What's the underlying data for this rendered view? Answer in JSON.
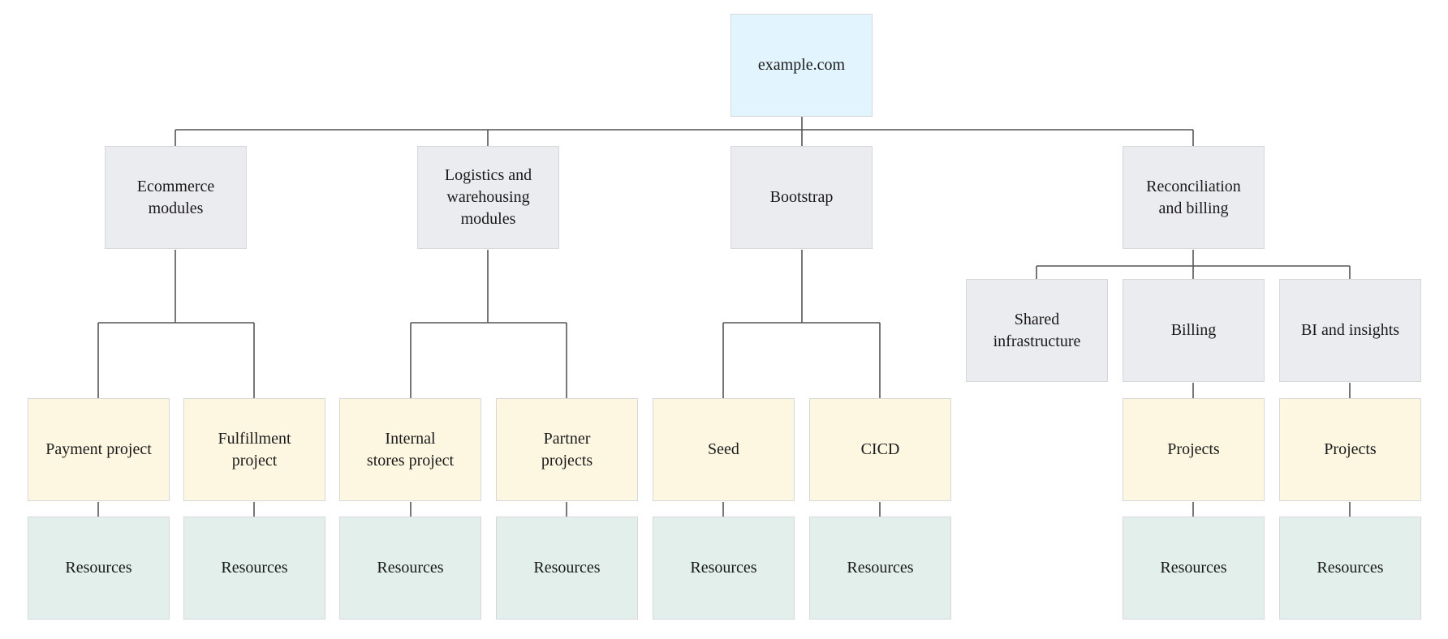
{
  "diagram": {
    "root": "example.com",
    "groups": {
      "ecommerce": "Ecommerce modules",
      "logistics": "Logistics and warehousing modules",
      "bootstrap": "Bootstrap",
      "reconciliation": "Reconciliation and billing"
    },
    "subgroups": {
      "shared": "Shared infrastructure",
      "billing": "Billing",
      "bi": "BI and insights"
    },
    "projects": {
      "payment": "Payment project",
      "fulfillment": "Fulfillment project",
      "internal_stores": "Internal stores project",
      "partner": "Partner projects",
      "seed": "Seed",
      "cicd": "CICD",
      "billing_projects": "Projects",
      "bi_projects": "Projects"
    },
    "resources": {
      "r1": "Resources",
      "r2": "Resources",
      "r3": "Resources",
      "r4": "Resources",
      "r5": "Resources",
      "r6": "Resources",
      "r7": "Resources",
      "r8": "Resources"
    },
    "colors": {
      "root": "#e2f4fd",
      "group": "#ebecef",
      "project": "#fdf7e2",
      "resource": "#e2efea",
      "connector": "#555555"
    }
  }
}
